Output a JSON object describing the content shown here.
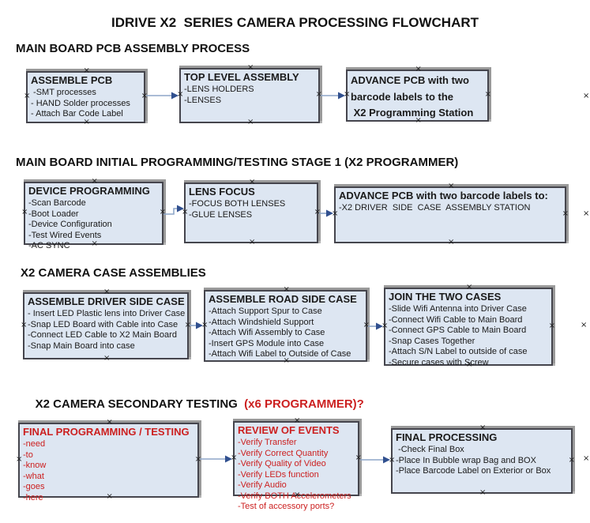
{
  "title": "IDRIVE X2  SERIES CAMERA PROCESSING FLOWCHART",
  "handle_glyph": "×",
  "colors": {
    "box_fill": "#dde6f2",
    "box_border": "#45454d",
    "box_shadow": "#9a9a9a",
    "red_text": "#cc2020",
    "connector_line": "#8ea6c8",
    "connector_arrowhead": "#31508f",
    "text": "#1a1a1a"
  },
  "sections": [
    {
      "heading": "MAIN BOARD PCB ASSEMBLY PROCESS",
      "boxes": [
        {
          "title": "ASSEMBLE PCB",
          "items": [
            " -SMT processes",
            "- HAND Solder processes",
            "- Attach Bar Code Label"
          ]
        },
        {
          "title": "TOP LEVEL ASSEMBLY",
          "items": [
            "-LENS HOLDERS",
            "-LENSES"
          ]
        },
        {
          "title": "ADVANCE PCB with two",
          "items": [
            "barcode labels to the",
            " X2 Programming Station"
          ]
        }
      ]
    },
    {
      "heading": "MAIN BOARD INITIAL PROGRAMMING/TESTING STAGE 1 (X2 PROGRAMMER)",
      "boxes": [
        {
          "title": "DEVICE PROGRAMMING",
          "items": [
            "-Scan Barcode",
            "-Boot Loader",
            "-Device Configuration",
            "-Test Wired Events",
            "-AC SYNC"
          ]
        },
        {
          "title": "LENS FOCUS",
          "items": [
            "-FOCUS BOTH LENSES",
            "-GLUE LENSES"
          ]
        },
        {
          "title": "ADVANCE PCB with two barcode labels to:",
          "items": [
            "-X2 DRIVER  SIDE  CASE  ASSEMBLY STATION"
          ]
        }
      ]
    },
    {
      "heading": "X2 CAMERA CASE ASSEMBLIES",
      "boxes": [
        {
          "title": "ASSEMBLE DRIVER SIDE CASE",
          "items": [
            "- Insert LED Plastic lens into Driver Case",
            "-Snap LED Board with Cable into Case",
            "-Connect LED Cable to X2 Main Board",
            "-Snap Main Board into case"
          ]
        },
        {
          "title": "ASSEMBLE ROAD SIDE CASE",
          "items": [
            "-Attach Support Spur to Case",
            "-Attach Windshield Support",
            "-Attach Wifi Assembly to Case",
            "-Insert GPS Module into Case",
            "-Attach Wifi Label to Outside of Case"
          ]
        },
        {
          "title": "JOIN THE TWO CASES",
          "items": [
            "-Slide Wifi Antenna into Driver Case",
            "-Connect Wifi Cable to Main Board",
            "-Connect GPS Cable to Main Board",
            "-Snap Cases Together",
            "-Attach S/N Label to outside of case",
            "-Secure cases with Screw"
          ]
        }
      ]
    },
    {
      "heading": "X2 CAMERA SECONDARY TESTING ",
      "heading_suffix": " (x6 PROGRAMMER)?",
      "boxes": [
        {
          "title": "FINAL PROGRAMMING / TESTING",
          "items": [
            "-need",
            "-to",
            "-know",
            "-what",
            "-goes",
            "-here"
          ]
        },
        {
          "title": "REVIEW OF EVENTS",
          "items": [
            "-Verify Transfer",
            "-Verify Correct Quantity",
            "-Verify Quality of Video",
            "-Verify LEDs function",
            "-Verify Audio",
            "-Verify BOTH Accelerometers",
            "-Test of accessory ports?"
          ]
        },
        {
          "title": "FINAL PROCESSING",
          "items": [
            " -Check Final Box",
            "-Place In Bubble wrap Bag and BOX",
            "-Place Barcode Label on Exterior or Box"
          ]
        }
      ]
    }
  ]
}
